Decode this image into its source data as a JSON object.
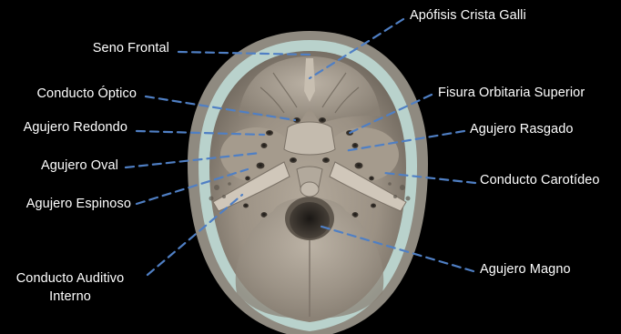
{
  "labels": {
    "crista_galli": "Apófisis Crista Galli",
    "seno_frontal": "Seno Frontal",
    "conducto_optico": "Conducto Óptico",
    "fisura_orbitaria": "Fisura Orbitaria Superior",
    "agujero_redondo": "Agujero Redondo",
    "agujero_rasgado": "Agujero Rasgado",
    "agujero_oval": "Agujero Oval",
    "conducto_carotideo": "Conducto Carotídeo",
    "agujero_espinoso": "Agujero Espinoso",
    "conducto_auditivo_line1": "Conducto Auditivo",
    "conducto_auditivo_line2": "Interno",
    "agujero_magno": "Agujero Magno"
  },
  "colors": {
    "background": "#000000",
    "label_text": "#ffffff",
    "leader_line": "#4f7fc4",
    "bone": "#a89e90",
    "cortical_rim": "#b9d2cc"
  }
}
